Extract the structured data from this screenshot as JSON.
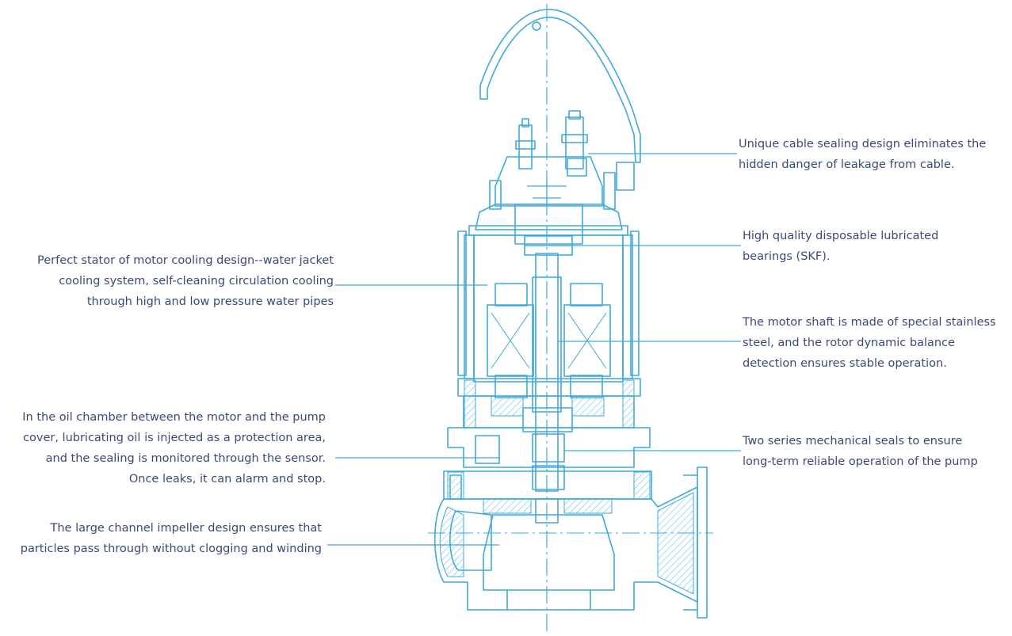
{
  "colors": {
    "drawing": "#3fa9dc",
    "hatch": "#6cc3ec",
    "text": "#3a4a78",
    "leader": "#3fa9dc"
  },
  "callouts": {
    "cable_seal": "Unique cable sealing design eliminates the\nhidden danger of leakage from cable.",
    "bearings": "High quality disposable lubricated\nbearings (SKF).",
    "shaft": "The motor shaft is made of special stainless\nsteel, and the rotor dynamic balance\ndetection ensures stable operation.",
    "mech_seals": "Two series mechanical seals to ensure\nlong-term reliable operation of the pump",
    "stator_cooling": "Perfect stator of motor cooling design--water jacket\ncooling system, self-cleaning circulation cooling\nthrough high and low pressure water pipes",
    "oil_chamber": "In the oil chamber between the motor and the pump\ncover, lubricating oil is injected as a protection area,\nand the sealing is monitored through the sensor.\nOnce leaks, it can alarm and stop.",
    "impeller": "The large channel impeller design ensures that\nparticles pass through without clogging and winding"
  }
}
